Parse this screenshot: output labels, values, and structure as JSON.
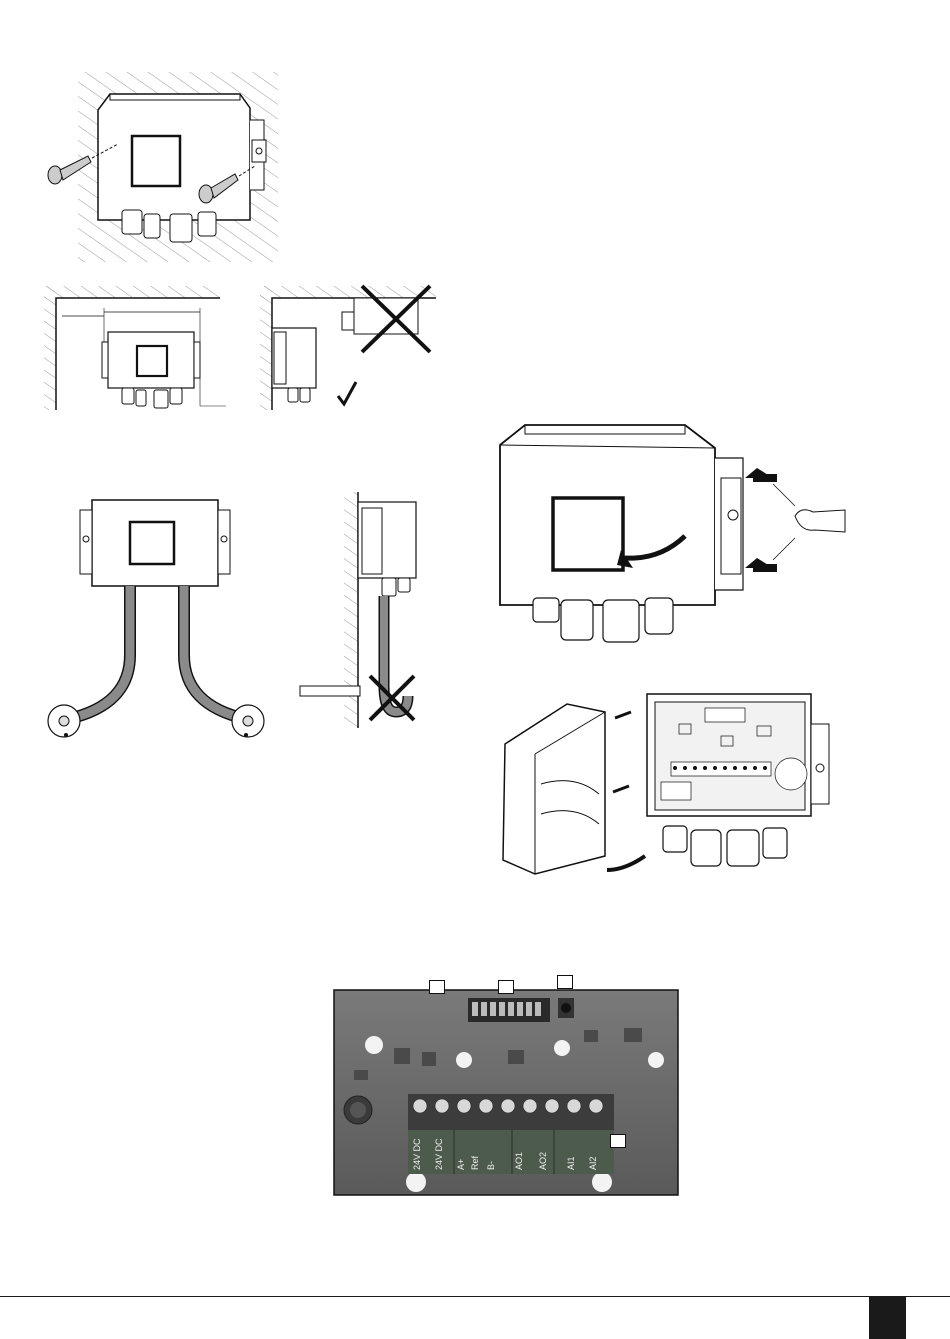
{
  "figures": {
    "board_terminal_labels": [
      "24V DC",
      "24V DC",
      "A+",
      "Ref",
      "B-",
      "AO1",
      "AO2",
      "AI1",
      "AI2"
    ]
  },
  "colors": {
    "ink": "#1a1a1a",
    "hatch": "#9a9a9a",
    "cable": "#8a8a8a",
    "pcb_bg": "#6e6e6e",
    "terminal_green": "#4d5b4d"
  }
}
